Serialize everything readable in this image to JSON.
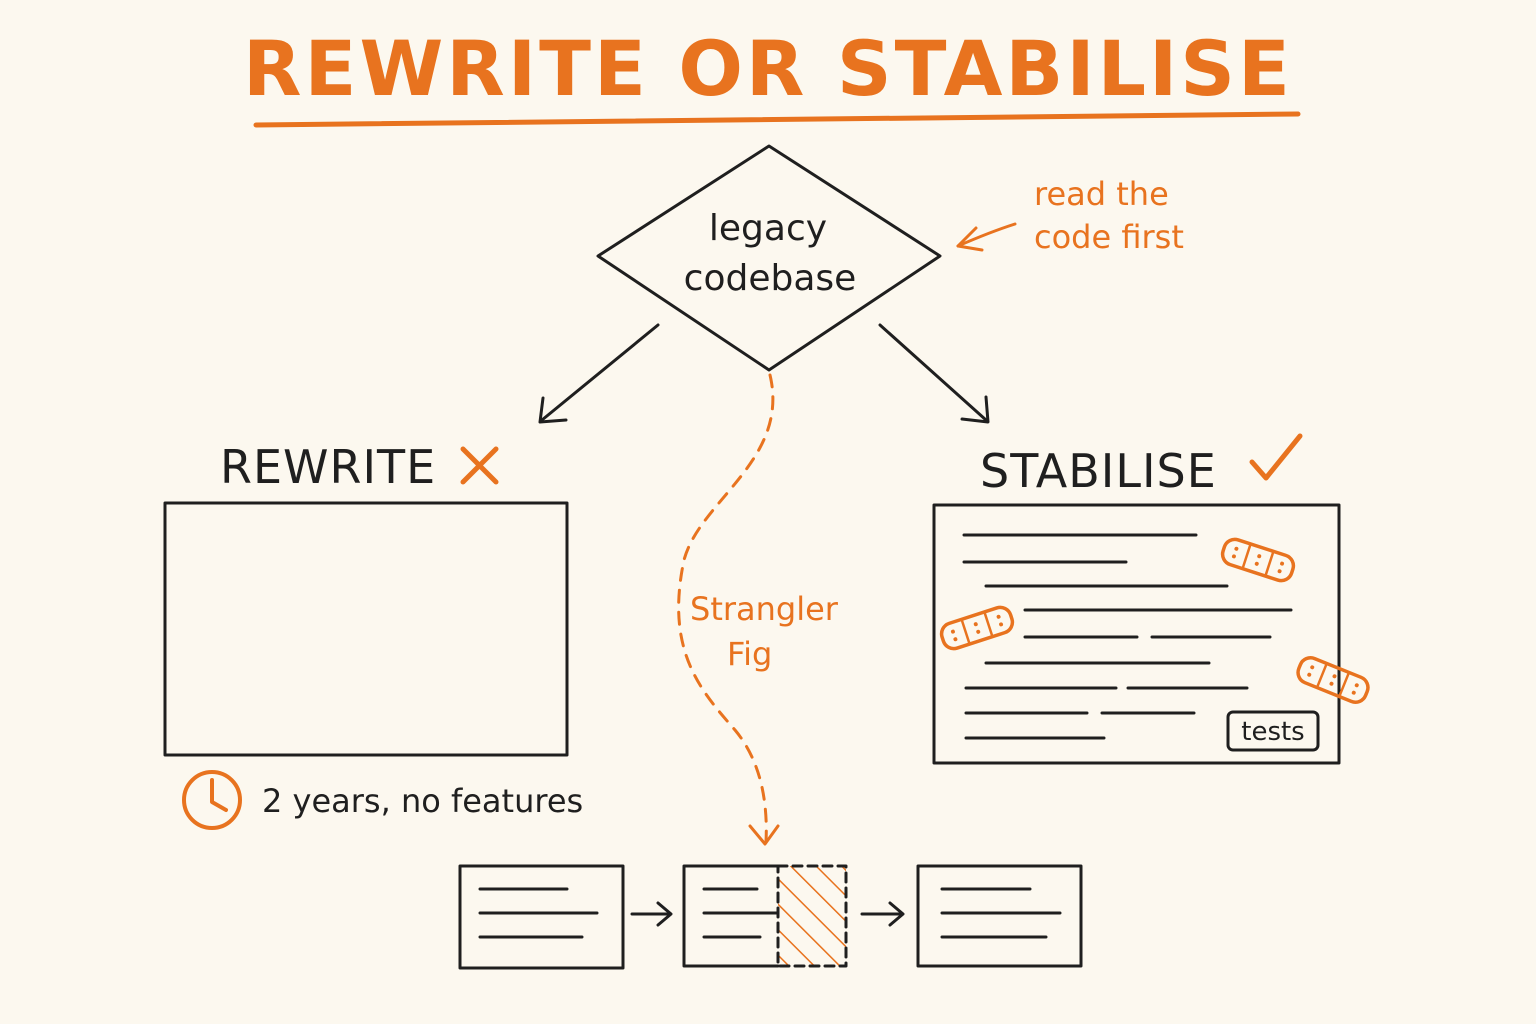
{
  "title": "REWRITE OR STABILISE",
  "decision": {
    "line1": "legacy",
    "line2": "codebase"
  },
  "note": {
    "line1": "read the",
    "line2": "code first"
  },
  "rewrite": {
    "label": "REWRITE",
    "caption": "2 years, no features"
  },
  "stabilise": {
    "label": "STABILISE",
    "tests_label": "tests"
  },
  "strangler": {
    "line1": "Strangler",
    "line2": "Fig"
  },
  "colors": {
    "ink": "#1f1f1f",
    "accent": "#e8731f",
    "background": "#fcf8ef"
  },
  "icons": [
    "cross-icon",
    "check-icon",
    "clock-icon",
    "bandage-icon"
  ]
}
